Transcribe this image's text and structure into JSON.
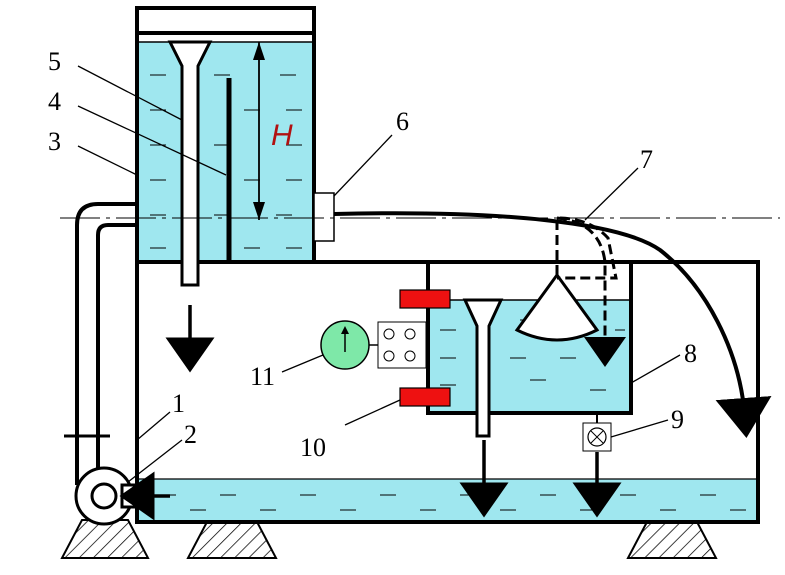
{
  "diagram": {
    "callouts": [
      {
        "id": "1",
        "text": "1"
      },
      {
        "id": "2",
        "text": "2"
      },
      {
        "id": "3",
        "text": "3"
      },
      {
        "id": "4",
        "text": "4"
      },
      {
        "id": "5",
        "text": "5"
      },
      {
        "id": "6",
        "text": "6"
      },
      {
        "id": "7",
        "text": "7"
      },
      {
        "id": "8",
        "text": "8"
      },
      {
        "id": "9",
        "text": "9"
      },
      {
        "id": "10",
        "text": "10"
      },
      {
        "id": "11",
        "text": "11"
      }
    ],
    "head_label": "H"
  },
  "colors": {
    "water": "#9fe7ef",
    "gauge": "#7ee8a8",
    "clamp": "#ee1111",
    "label_h": "#b11111",
    "outline": "#000000"
  }
}
